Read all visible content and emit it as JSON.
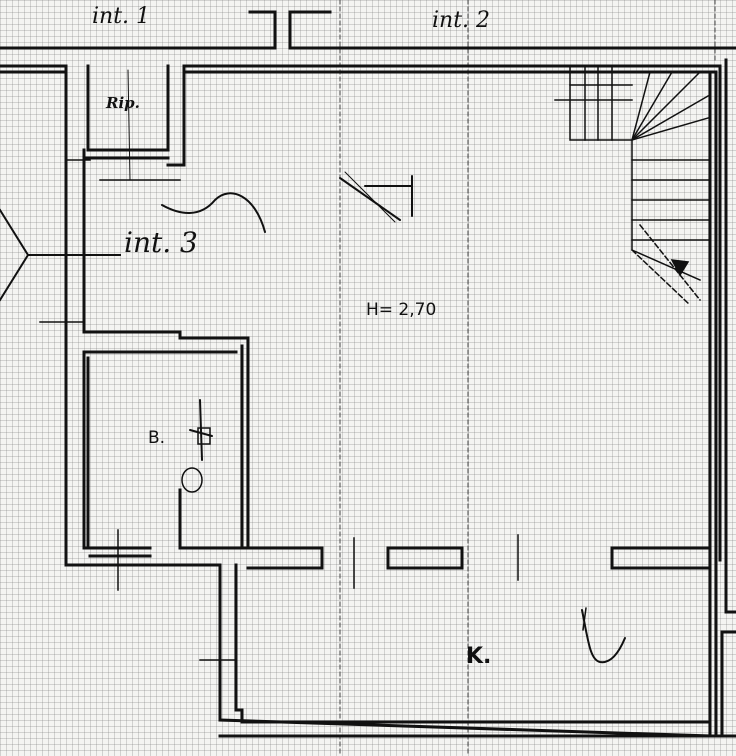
{
  "labels": {
    "unit_1": "int. 1",
    "unit_2": "int. 2",
    "unit_3": "int. 3",
    "storage": "Rip.",
    "bathroom": "B.",
    "ceiling_height": "H= 2,70",
    "kitchen": "K."
  },
  "colors": {
    "ink": "#111111",
    "paper": "#f4f4f2",
    "grid": "#9a9a9a"
  }
}
